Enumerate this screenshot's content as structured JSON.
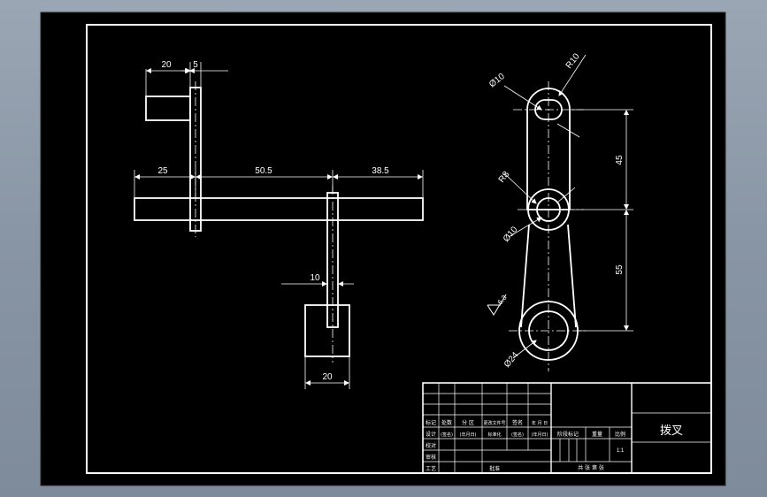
{
  "colors": {
    "viewport_bg": "#8895a4",
    "sheet_bg": "#000000",
    "line": "#ffffff",
    "centerline": "#ffffff"
  },
  "front_view": {
    "dim_top_width": "20",
    "dim_top_thickness": "5",
    "dim_left": "25",
    "dim_middle": "50.5",
    "dim_right": "38.5",
    "dim_shaft": "10",
    "dim_base": "20"
  },
  "side_view": {
    "dim_small_hole": "Ø10",
    "dim_end_radius": "R10",
    "dim_mid_radius": "R8",
    "dim_mid_hole": "Ø10",
    "dim_big_hole": "Ø24",
    "dim_upper_length": "45",
    "dim_lower_length": "55",
    "roughness_value": "6.3"
  },
  "title_block": {
    "part_name": "拨叉",
    "scale_value": "1:1",
    "row_labels": [
      "标记",
      "设计",
      "校对",
      "审核",
      "工艺"
    ],
    "header_cells": [
      "标记",
      "处数",
      "分 区",
      "更改文件号",
      "签名",
      "年 月 日"
    ],
    "design_row": [
      "设计",
      "(签名)",
      "(年月日)",
      "标准化",
      "(签名)",
      "(年月日)"
    ],
    "approve_label": "批准",
    "stage_label": "阶段标记",
    "weight_label": "重量",
    "scale_label": "比例",
    "sheet_label": "共 张 第 张"
  }
}
